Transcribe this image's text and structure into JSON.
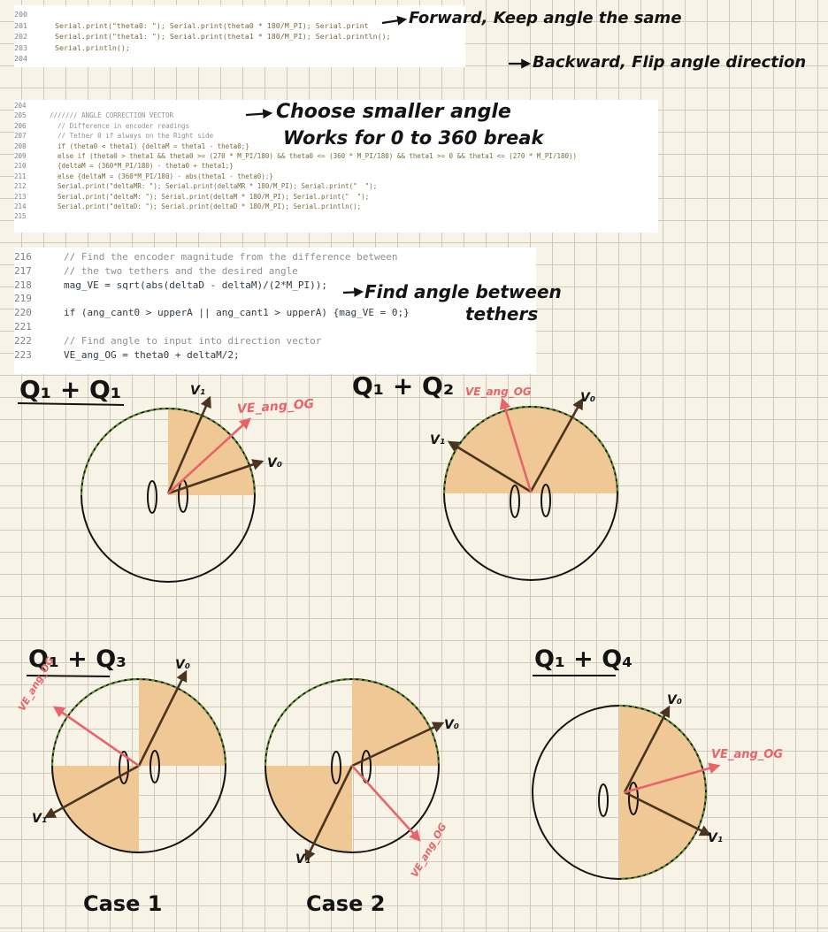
{
  "snippet1": {
    "lines": [
      {
        "n": "200",
        "code": ""
      },
      {
        "n": "201",
        "code": "Serial.print(\"theta0: \"); Serial.print(theta0 * 180/M_PI); Serial.print"
      },
      {
        "n": "202",
        "code": "Serial.print(\"theta1: \"); Serial.print(theta1 * 180/M_PI); Serial.println();"
      },
      {
        "n": "203",
        "code": "Serial.println();"
      },
      {
        "n": "204",
        "code": ""
      }
    ]
  },
  "snippet2": {
    "lines": [
      {
        "n": "204",
        "code": "",
        "cm": false
      },
      {
        "n": "205",
        "code": "/////// ANGLE CORRECTION VECTOR",
        "cm": true
      },
      {
        "n": "206",
        "code": "  // Difference in encoder readings",
        "cm": true
      },
      {
        "n": "207",
        "code": "  // Tether 0 if always on the Right side",
        "cm": true
      },
      {
        "n": "208",
        "code": "  if (theta0 < theta1) {deltaM = theta1 - theta0;}",
        "cm": false
      },
      {
        "n": "209",
        "code": "  else if (theta0 > theta1 && theta0 >= (270 * M_PI/180) && theta0 <= (360 * M_PI/180) && theta1 >= 0 && theta1 <= (270 * M_PI/180))",
        "cm": false
      },
      {
        "n": "210",
        "code": "  {deltaM = (360*M_PI/180) - theta0 + theta1;}",
        "cm": false
      },
      {
        "n": "211",
        "code": "  else {deltaM = (360*M_PI/180) - abs(theta1 - theta0);}",
        "cm": false
      },
      {
        "n": "212",
        "code": "  Serial.print(\"deltaMR: \"); Serial.print(deltaMR * 180/M_PI); Serial.print(\"  \");",
        "cm": false
      },
      {
        "n": "213",
        "code": "  Serial.print(\"deltaM: \"); Serial.print(deltaM * 180/M_PI); Serial.print(\"  \");",
        "cm": false
      },
      {
        "n": "214",
        "code": "  Serial.print(\"deltaD: \"); Serial.print(deltaD * 180/M_PI); Serial.println();",
        "cm": false
      },
      {
        "n": "215",
        "code": "",
        "cm": false
      }
    ]
  },
  "snippet3": {
    "lines": [
      {
        "n": "216",
        "code": "// Find the encoder magnitude from the difference between",
        "cm": true
      },
      {
        "n": "217",
        "code": "// the two tethers and the desired angle",
        "cm": true
      },
      {
        "n": "218",
        "code": "mag_VE = sqrt(abs(deltaD - deltaM)/(2*M_PI));",
        "cm": false
      },
      {
        "n": "219",
        "code": "",
        "cm": false
      },
      {
        "n": "220",
        "code": "if (ang_cant0 > upperA || ang_cant1 > upperA) {mag_VE = 0;}",
        "cm": false
      },
      {
        "n": "221",
        "code": "",
        "cm": false
      },
      {
        "n": "222",
        "code": "// Find angle to input into direction vector",
        "cm": true
      },
      {
        "n": "223",
        "code": "VE_ang_OG = theta0 + deltaM/2;",
        "cm": false
      }
    ]
  },
  "notes": {
    "forward": "Forward, Keep angle the same",
    "backward": "Backward, Flip angle direction",
    "choose": "Choose smaller angle",
    "works": "Works for 0 to 360 break",
    "find_angle_1": "Find angle between",
    "find_angle_2": "tethers"
  },
  "headings": {
    "q1q1": "Q₁ + Q₁",
    "q1q2": "Q₁ + Q₂",
    "q1q3": "Q₁ + Q₃",
    "q1q4": "Q₁ + Q₄"
  },
  "labels": {
    "v0": "V₀",
    "v1": "V₁",
    "ve": "VE_ang_OG"
  },
  "cases": {
    "case1": "Case 1",
    "case2": "Case 2"
  },
  "colors": {
    "shade": "#f0c896",
    "red_vector": "#e8646a",
    "tether_vector": "#4a3420",
    "ink": "#141414",
    "dashed_rim": "#5a8a2a"
  }
}
